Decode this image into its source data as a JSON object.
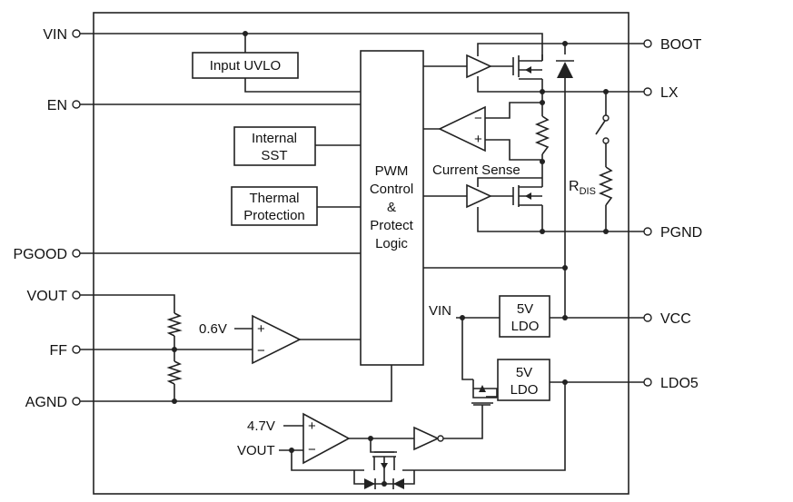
{
  "pins_left": {
    "vin": "VIN",
    "en": "EN",
    "pgood": "PGOOD",
    "vout": "VOUT",
    "ff": "FF",
    "agnd": "AGND"
  },
  "pins_right": {
    "boot": "BOOT",
    "lx": "LX",
    "pgnd": "PGND",
    "vcc": "VCC",
    "ldo5": "LDO5"
  },
  "blocks": {
    "uvlo": "Input UVLO",
    "sst_line1": "Internal",
    "sst_line2": "SST",
    "thermal_line1": "Thermal",
    "thermal_line2": "Protection",
    "pwm_line1": "PWM",
    "pwm_line2": "Control",
    "pwm_line3": "&",
    "pwm_line4": "Protect",
    "pwm_line5": "Logic",
    "ldo_top_line1": "5V",
    "ldo_top_line2": "LDO",
    "ldo_bot_line1": "5V",
    "ldo_bot_line2": "LDO"
  },
  "labels": {
    "current_sense": "Current Sense",
    "rdis_main": "R",
    "rdis_sub": "DIS",
    "ref_06": "0.6V",
    "ref_47": "4.7V",
    "vin_internal": "VIN",
    "vout_internal": "VOUT",
    "minus": "−",
    "plus": "+"
  }
}
